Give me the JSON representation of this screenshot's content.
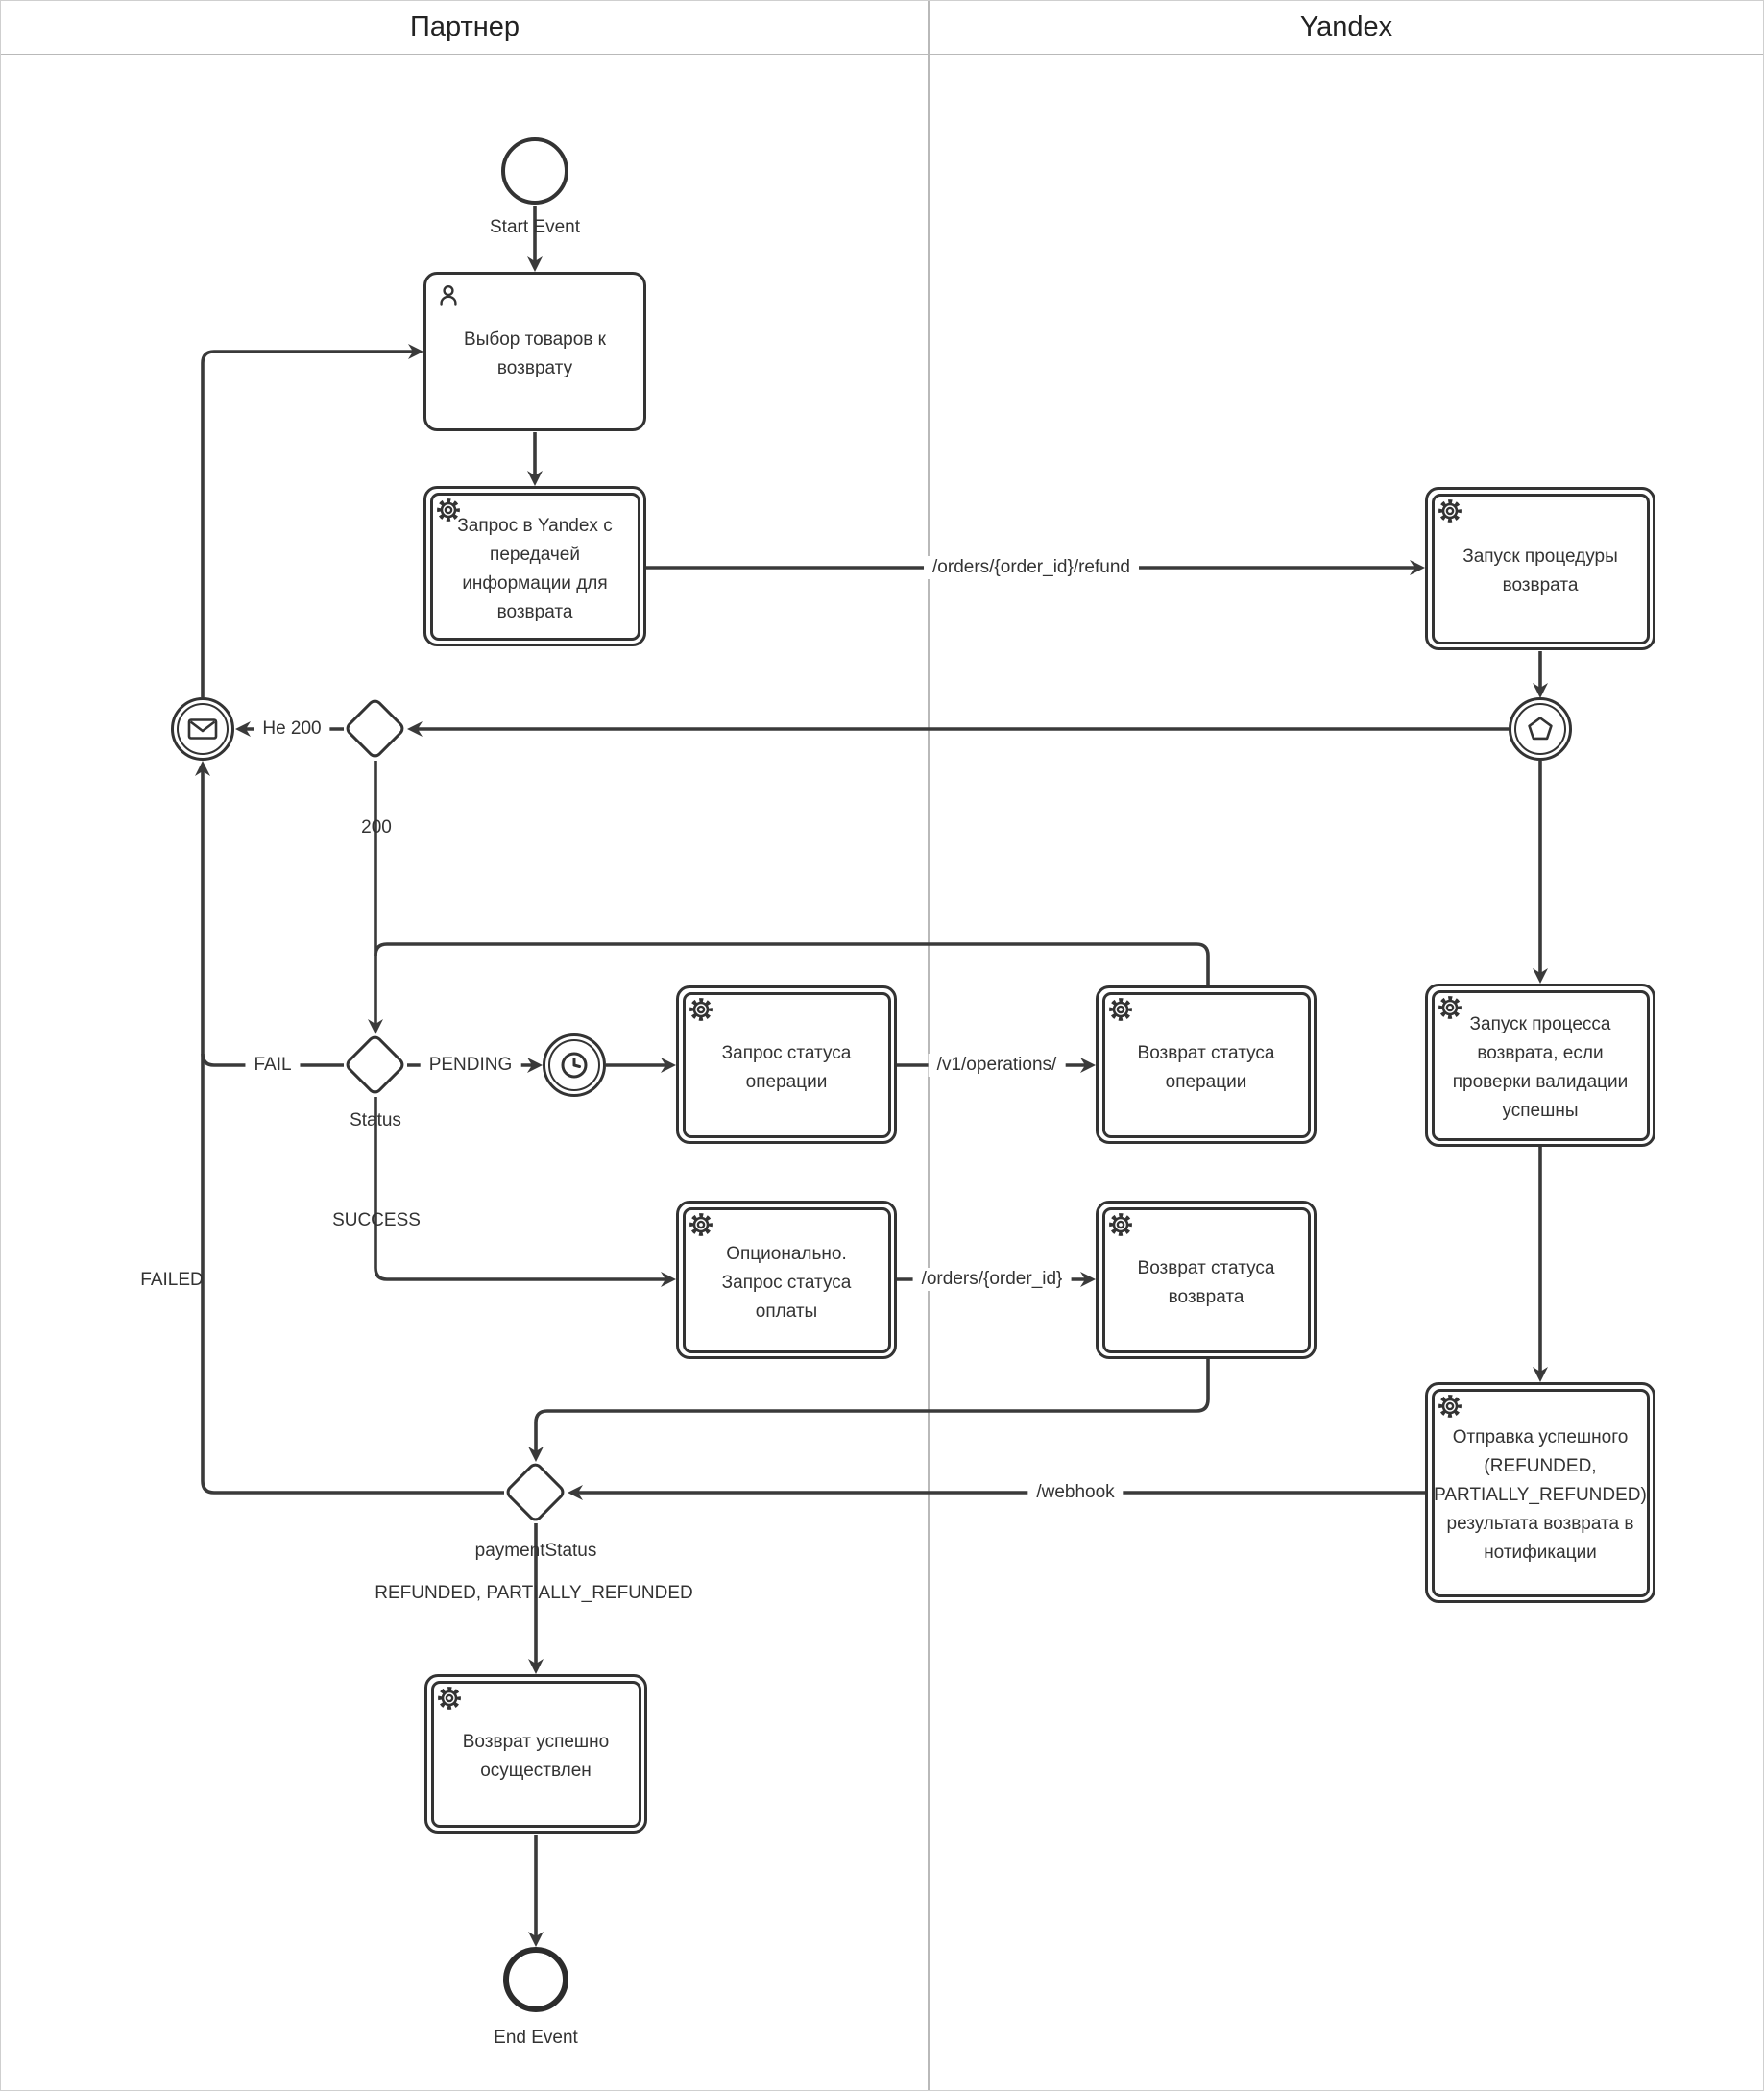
{
  "lanes": {
    "partner": "Партнер",
    "yandex": "Yandex"
  },
  "events": {
    "start": {
      "label": "Start Event"
    },
    "end": {
      "label": "End Event"
    },
    "message": {
      "icon": "envelope-icon"
    },
    "timer": {
      "icon": "clock-icon"
    },
    "multiple": {
      "icon": "pentagon-icon"
    }
  },
  "tasks": {
    "select_items": {
      "label": "Выбор товаров к\nвозврату",
      "icon": "user-icon"
    },
    "request_refund": {
      "label": "Запрос в Yandex с\nпередачей\nинформации для\nвозврата",
      "icon": "gear-icon"
    },
    "launch_refund_procedure": {
      "label": "Запуск процедуры\nвозврата",
      "icon": "gear-icon"
    },
    "request_operation_status": {
      "label": "Запрос статуса\nоперации",
      "icon": "gear-icon"
    },
    "return_operation_status": {
      "label": "Возврат статуса\nоперации",
      "icon": "gear-icon"
    },
    "launch_refund_process": {
      "label": "Запуск процесса\nвозврата, если\nпроверки валидации\nуспешны",
      "icon": "gear-icon"
    },
    "optional_payment_status": {
      "label": "Опционально.\nЗапрос статуса\nоплаты",
      "icon": "gear-icon"
    },
    "return_refund_status": {
      "label": "Возврат статуса\nвозврата",
      "icon": "gear-icon"
    },
    "send_success_result": {
      "label": "Отправка успешного\n(REFUNDED,\nPARTIALLY_REFUNDED)\nрезультата возврата в\nнотификации",
      "icon": "gear-icon"
    },
    "refund_done": {
      "label": "Возврат успешно\nосуществлен",
      "icon": "gear-icon"
    }
  },
  "gateways": {
    "status": {
      "label": "Status"
    },
    "payment_status": {
      "label": "paymentStatus"
    }
  },
  "edge_labels": {
    "refund_endpoint": "/orders/{order_id}/refund",
    "not_200": "Не 200",
    "ok_200": "200",
    "fail": "FAIL",
    "pending": "PENDING",
    "success": "SUCCESS",
    "failed": "FAILED",
    "operations_endpoint": "/v1/operations/",
    "orders_endpoint": "/orders/{order_id}",
    "webhook": "/webhook",
    "refunded_values": "REFUNDED, PARTIALLY_REFUNDED"
  },
  "colors": {
    "stroke": "#3a3a3a",
    "lane_border": "#b9b9b9",
    "text": "#333333",
    "background": "#ffffff"
  }
}
